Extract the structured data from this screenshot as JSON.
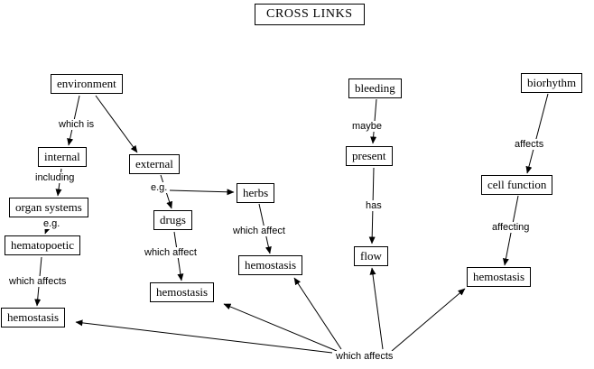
{
  "title": "CROSS LINKS",
  "nodes": {
    "environment": {
      "label": "environment"
    },
    "internal": {
      "label": "internal"
    },
    "external": {
      "label": "external"
    },
    "organ_systems": {
      "label": "organ systems"
    },
    "drugs": {
      "label": "drugs"
    },
    "herbs": {
      "label": "herbs"
    },
    "hematopoetic": {
      "label": "hematopoetic"
    },
    "hemostasis_left": {
      "label": "hemostasis"
    },
    "hemostasis_center": {
      "label": "hemostasis"
    },
    "hemostasis_herbs": {
      "label": "hemostasis"
    },
    "bleeding": {
      "label": "bleeding"
    },
    "present": {
      "label": "present"
    },
    "flow": {
      "label": "flow"
    },
    "biorhythm": {
      "label": "biorhythm"
    },
    "cell_function": {
      "label": "cell function"
    },
    "hemostasis_right": {
      "label": "hemostasis"
    }
  },
  "edge_labels": {
    "which_is": "which is",
    "including": "including",
    "eg_external": "e.g.",
    "eg_organ": "e.g.",
    "which_affects_left": "which affects",
    "which_affect_drugs": "which affect",
    "which_affect_herbs": "which affect",
    "maybe": "maybe",
    "has": "has",
    "affects": "affects",
    "affecting": "affecting",
    "which_affects_bottom": "which affects"
  },
  "edges": [
    {
      "from": "environment",
      "label": "which is",
      "to": "internal"
    },
    {
      "from": "environment",
      "label": "which is",
      "to": "external"
    },
    {
      "from": "internal",
      "label": "including",
      "to": "organ systems"
    },
    {
      "from": "organ systems",
      "label": "e.g.",
      "to": "hematopoetic"
    },
    {
      "from": "hematopoetic",
      "label": "which affects",
      "to": "hemostasis (left)"
    },
    {
      "from": "external",
      "label": "e.g.",
      "to": "drugs"
    },
    {
      "from": "external",
      "label": "e.g.",
      "to": "herbs"
    },
    {
      "from": "drugs",
      "label": "which affect",
      "to": "hemostasis (center)"
    },
    {
      "from": "herbs",
      "label": "which affect",
      "to": "hemostasis (herbs)"
    },
    {
      "from": "bleeding",
      "label": "maybe",
      "to": "present"
    },
    {
      "from": "present",
      "label": "has",
      "to": "flow"
    },
    {
      "from": "biorhythm",
      "label": "affects",
      "to": "cell function"
    },
    {
      "from": "cell function",
      "label": "affecting",
      "to": "hemostasis (right)"
    },
    {
      "from": "",
      "label": "which affects",
      "to": "hemostasis (left)"
    },
    {
      "from": "",
      "label": "which affects",
      "to": "hemostasis (center)"
    },
    {
      "from": "",
      "label": "which affects",
      "to": "hemostasis (herbs)"
    },
    {
      "from": "",
      "label": "which affects",
      "to": "flow"
    },
    {
      "from": "",
      "label": "which affects",
      "to": "hemostasis (right)"
    }
  ],
  "colors": {
    "background": "#ffffff",
    "node_border": "#000000",
    "text": "#000000"
  }
}
